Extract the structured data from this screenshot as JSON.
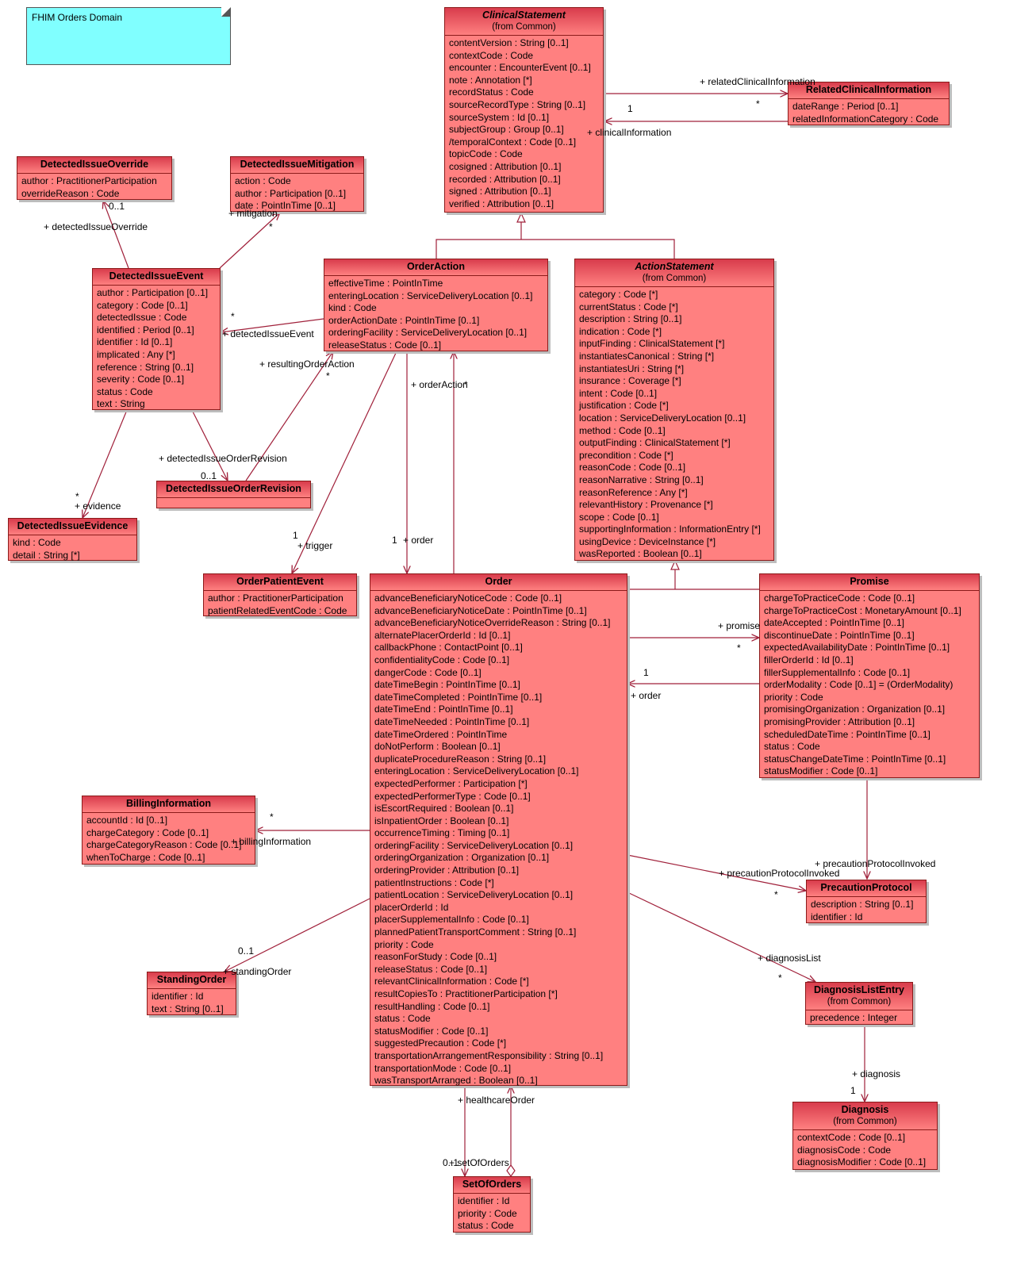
{
  "note": {
    "text": "FHIM Orders Domain"
  },
  "classes": {
    "clinical_statement": {
      "name": "ClinicalStatement",
      "stereotype": "(from Common)",
      "abstract": true,
      "attributes": [
        "contentVersion : String [0..1]",
        "contextCode : Code",
        "encounter : EncounterEvent [0..1]",
        "note : Annotation [*]",
        "recordStatus : Code",
        "sourceRecordType : String [0..1]",
        "sourceSystem : Id [0..1]",
        "subjectGroup : Group [0..1]",
        "/temporalContext : Code [0..1]",
        "topicCode : Code",
        "cosigned : Attribution [0..1]",
        "recorded : Attribution [0..1]",
        "signed : Attribution [0..1]",
        "verified : Attribution [0..1]"
      ]
    },
    "related_clinical_information": {
      "name": "RelatedClinicalInformation",
      "attributes": [
        "dateRange : Period [0..1]",
        "relatedInformationCategory : Code"
      ]
    },
    "detected_issue_override": {
      "name": "DetectedIssueOverride",
      "attributes": [
        "author : PractitionerParticipation",
        "overrideReason : Code"
      ]
    },
    "detected_issue_mitigation": {
      "name": "DetectedIssueMitigation",
      "attributes": [
        "action : Code",
        "author : Participation [0..1]",
        "date : PointInTime [0..1]"
      ]
    },
    "detected_issue_event": {
      "name": "DetectedIssueEvent",
      "attributes": [
        "author : Participation [0..1]",
        "category : Code [0..1]",
        "detectedIssue : Code",
        "identified : Period [0..1]",
        "identifier : Id [0..1]",
        "implicated : Any [*]",
        "reference : String [0..1]",
        "severity : Code [0..1]",
        "status : Code",
        "text : String"
      ]
    },
    "order_action": {
      "name": "OrderAction",
      "attributes": [
        "effectiveTime : PointInTime",
        "enteringLocation : ServiceDeliveryLocation [0..1]",
        "kind : Code",
        "orderActionDate : PointInTime [0..1]",
        "orderingFacility : ServiceDeliveryLocation [0..1]",
        "releaseStatus : Code [0..1]"
      ]
    },
    "action_statement": {
      "name": "ActionStatement",
      "stereotype": "(from Common)",
      "abstract": true,
      "attributes": [
        "category : Code [*]",
        "currentStatus : Code [*]",
        "description : String [0..1]",
        "indication : Code [*]",
        "inputFinding : ClinicalStatement [*]",
        "instantiatesCanonical : String [*]",
        "instantiatesUri : String [*]",
        "insurance : Coverage [*]",
        "intent : Code [0..1]",
        "justification : Code [*]",
        "location : ServiceDeliveryLocation [0..1]",
        "method : Code [0..1]",
        "outputFinding : ClinicalStatement [*]",
        "precondition : Code [*]",
        "reasonCode : Code [0..1]",
        "reasonNarrative : String [0..1]",
        "reasonReference : Any [*]",
        "relevantHistory : Provenance [*]",
        "scope : Code [0..1]",
        "supportingInformation : InformationEntry [*]",
        "usingDevice : DeviceInstance [*]",
        "wasReported : Boolean [0..1]"
      ]
    },
    "detected_issue_order_revision": {
      "name": "DetectedIssueOrderRevision",
      "attributes": []
    },
    "detected_issue_evidence": {
      "name": "DetectedIssueEvidence",
      "attributes": [
        "kind : Code",
        "detail : String [*]"
      ]
    },
    "order_patient_event": {
      "name": "OrderPatientEvent",
      "attributes": [
        "author : PractitionerParticipation",
        "patientRelatedEventCode : Code"
      ]
    },
    "order": {
      "name": "Order",
      "attributes": [
        "advanceBeneficiaryNoticeCode : Code [0..1]",
        "advanceBeneficiaryNoticeDate : PointInTime [0..1]",
        "advanceBeneficiaryNoticeOverrideReason : String [0..1]",
        "alternatePlacerOrderId : Id [0..1]",
        "callbackPhone : ContactPoint [0..1]",
        "confidentialityCode : Code [0..1]",
        "dangerCode : Code [0..1]",
        "dateTimeBegin : PointInTime [0..1]",
        "dateTimeCompleted : PointInTime [0..1]",
        "dateTimeEnd : PointInTime [0..1]",
        "dateTimeNeeded : PointInTime [0..1]",
        "dateTimeOrdered : PointInTime",
        "doNotPerform : Boolean [0..1]",
        "duplicateProcedureReason : String [0..1]",
        "enteringLocation : ServiceDeliveryLocation [0..1]",
        "expectedPerformer : Participation [*]",
        "expectedPerformerType : Code [0..1]",
        "isEscortRequired : Boolean [0..1]",
        "isInpatientOrder : Boolean [0..1]",
        "occurrenceTiming : Timing [0..1]",
        "orderingFacility : ServiceDeliveryLocation [0..1]",
        "orderingOrganization : Organization [0..1]",
        "orderingProvider : Attribution [0..1]",
        "patientInstructions : Code [*]",
        "patientLocation : ServiceDeliveryLocation [0..1]",
        "placerOrderId : Id",
        "placerSupplementalInfo : Code [0..1]",
        "plannedPatientTransportComment : String [0..1]",
        "priority : Code",
        "reasonForStudy : Code [0..1]",
        "releaseStatus : Code [0..1]",
        "relevantClinicalInformation : Code [*]",
        "resultCopiesTo : PractitionerParticipation [*]",
        "resultHandling : Code [0..1]",
        "status : Code",
        "statusModifier : Code [0..1]",
        "suggestedPrecaution : Code [*]",
        "transportationArrangementResponsibility : String [0..1]",
        "transportationMode : Code [0..1]",
        "wasTransportArranged : Boolean [0..1]"
      ]
    },
    "promise": {
      "name": "Promise",
      "attributes": [
        "chargeToPracticeCode : Code [0..1]",
        "chargeToPracticeCost : MonetaryAmount [0..1]",
        "dateAccepted : PointInTime [0..1]",
        "discontinueDate : PointInTime [0..1]",
        "expectedAvailabilityDate : PointInTime [0..1]",
        "fillerOrderId : Id [0..1]",
        "fillerSupplementalInfo : Code [0..1]",
        "orderModality : Code [0..1] = (OrderModality)",
        "priority : Code",
        "promisingOrganization : Organization [0..1]",
        "promisingProvider : Attribution [0..1]",
        "scheduledDateTime : PointInTime [0..1]",
        "status : Code",
        "statusChangeDateTime : PointInTime [0..1]",
        "statusModifier : Code [0..1]"
      ]
    },
    "billing_information": {
      "name": "BillingInformation",
      "attributes": [
        "accountId : Id [0..1]",
        "chargeCategory : Code [0..1]",
        "chargeCategoryReason : Code [0..1]",
        "whenToCharge : Code [0..1]"
      ]
    },
    "precaution_protocol": {
      "name": "PrecautionProtocol",
      "attributes": [
        "description : String [0..1]",
        "identifier : Id"
      ]
    },
    "standing_order": {
      "name": "StandingOrder",
      "attributes": [
        "identifier : Id",
        "text : String [0..1]"
      ]
    },
    "diagnosis_list_entry": {
      "name": "DiagnosisListEntry",
      "stereotype": "(from Common)",
      "attributes": [
        "precedence : Integer"
      ]
    },
    "diagnosis": {
      "name": "Diagnosis",
      "stereotype": "(from Common)",
      "attributes": [
        "contextCode : Code [0..1]",
        "diagnosisCode : Code",
        "diagnosisModifier : Code [0..1]"
      ]
    },
    "set_of_orders": {
      "name": "SetOfOrders",
      "attributes": [
        "identifier : Id",
        "priority : Code",
        "status : Code"
      ]
    }
  },
  "labels": {
    "related_clinical_information_role": "+ relatedClinicalInformation",
    "related_star": "*",
    "clinical_information_one": "1",
    "clinical_information_role": "+ clinicalInformation",
    "override_mult": "0..1",
    "override_role": "+ detectedIssueOverride",
    "mitigation_role": "+ mitigation",
    "mitigation_star": "*",
    "detected_issue_event_star": "*",
    "detected_issue_event_role": "+ detectedIssueEvent",
    "resulting_order_action_role": "+ resultingOrderAction",
    "resulting_order_action_star": "*",
    "order_action_role": "+ orderAction",
    "order_action_star": "*",
    "detected_issue_order_revision_role": "+ detectedIssueOrderRevision",
    "detected_issue_order_revision_mult": "0..1",
    "evidence_star": "*",
    "evidence_role": "+ evidence",
    "trigger_one": "1",
    "trigger_role": "+ trigger",
    "order_one": "1",
    "order_role": "+ order",
    "promise_role": "+ promise",
    "promise_star": "*",
    "promise_order_one": "1",
    "promise_order_role": "+ order",
    "billing_star": "*",
    "billing_role": "+ billingInformation",
    "precaution_role_promise": "+ precautionProtocolInvoked",
    "precaution_role_order": "+ precautionProtocolInvoked",
    "precaution_star": "*",
    "standing_mult": "0..1",
    "standing_role": "+ standingOrder",
    "diagnosis_list_role": "+ diagnosisList",
    "diagnosis_list_star": "*",
    "diagnosis_role": "+ diagnosis",
    "diagnosis_one": "1",
    "healthcare_order_role": "+ healthcareOrder",
    "set_of_orders_mult": "0..1",
    "set_of_orders_role": "+ setOfOrders"
  },
  "colors": {
    "class_fill": "#ff8080",
    "class_header": "#d83c4c",
    "line": "#a0203a",
    "note_fill": "#80ffff"
  }
}
